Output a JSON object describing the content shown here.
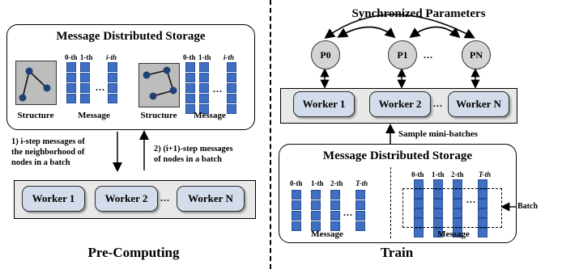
{
  "left": {
    "storage_title": "Message Distributed Storage",
    "structure_label": "Structure",
    "message_label": "Message",
    "col_headers": [
      "0-th",
      "1-th",
      "i-th"
    ],
    "step1_line1": "1) i-step messages of",
    "step1_line2": "the neighborhood of",
    "step1_line3": "nodes in a batch",
    "step2_line1": "2) (i+1)-step messages",
    "step2_line2": "of nodes in a batch",
    "workers": [
      "Worker 1",
      "Worker 2",
      "Worker N"
    ],
    "ellipsis": "...",
    "caption": "Pre-Computing"
  },
  "right": {
    "sync_title": "Synchronized Parameters",
    "params": [
      "P0",
      "P1",
      "PN"
    ],
    "ellipsis": "...",
    "workers": [
      "Worker 1",
      "Worker 2",
      "Worker N"
    ],
    "sample_label": "Sample mini-batches",
    "storage_title": "Message Distributed Storage",
    "col_headers": [
      "0-th",
      "1-th",
      "2-th",
      "T-th"
    ],
    "message_label": "Message",
    "batch_label": "Batch",
    "caption": "Train"
  },
  "colors": {
    "cell_blue": "#3e6fc3",
    "worker_fill": "#d3dcea",
    "param_fill": "#d4d4d4",
    "structure_fill": "#bdbdbd",
    "node_blue": "#1f3f77"
  }
}
